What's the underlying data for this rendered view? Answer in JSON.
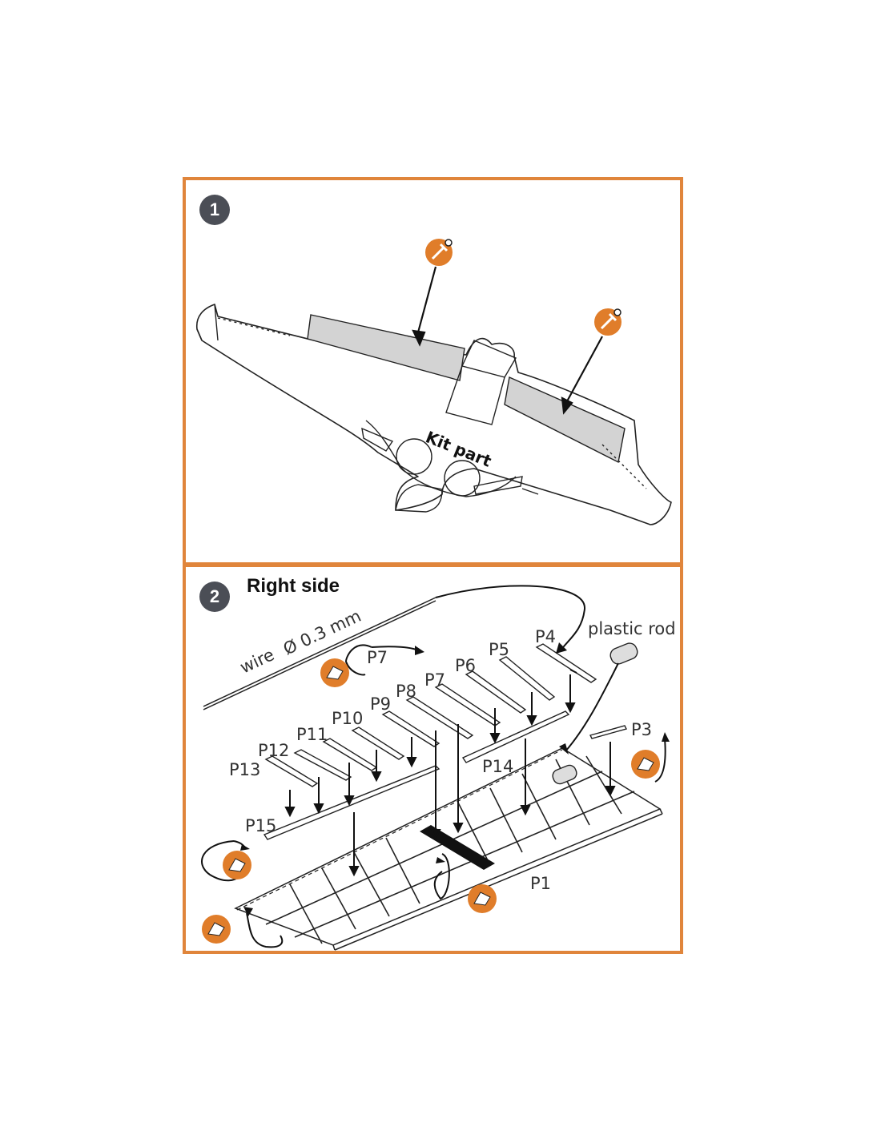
{
  "steps": [
    {
      "number": "1",
      "kit_part_label": "Kit part"
    },
    {
      "number": "2",
      "title": "Right side"
    }
  ],
  "labels": {
    "wire": "wire",
    "wire_size": "Ø 0.3 mm",
    "plastic_rod": "plastic rod",
    "p1": "P1",
    "p3": "P3",
    "p4": "P4",
    "p5": "P5",
    "p6": "P6",
    "p7a": "P7",
    "p7b": "P7",
    "p8": "P8",
    "p9": "P9",
    "p10": "P10",
    "p11": "P11",
    "p12": "P12",
    "p13": "P13",
    "p14": "P14",
    "p15": "P15"
  },
  "colors": {
    "frame": "#E0853B",
    "badge": "#4b4e56",
    "icon_orange": "#E07D2A",
    "removed_area": "#d3d3d3"
  },
  "icons": [
    "cut-icon",
    "glue-icon"
  ]
}
